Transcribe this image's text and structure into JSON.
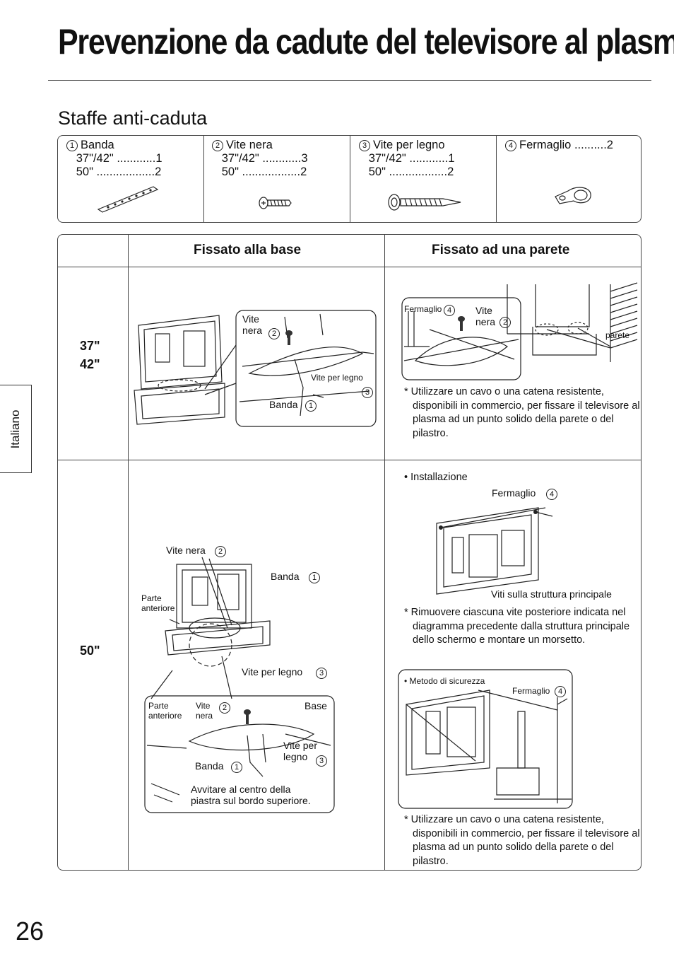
{
  "page": {
    "title": "Prevenzione da cadute del televisore al plasma",
    "subtitle": "Staffe anti-caduta",
    "side_tab": "Italiano",
    "page_number": "26"
  },
  "parts": [
    {
      "num": "1",
      "text": "Banda\n   37\"/42\" ............1\n   50\" ..................2",
      "icon": "band-icon"
    },
    {
      "num": "2",
      "text": "Vite nera\n   37\"/42\" ............3\n   50\" ..................2",
      "icon": "black-screw-icon"
    },
    {
      "num": "3",
      "text": "Vite per legno\n   37\"/42\" ............1\n   50\" ..................2",
      "icon": "wood-screw-icon"
    },
    {
      "num": "4",
      "text": "Fermaglio ..........2",
      "icon": "clip-icon"
    }
  ],
  "table": {
    "col_base": "Fissato alla base",
    "col_wall": "Fissato ad una parete",
    "row1_size": "37\"\n42\"",
    "row2_size": "50\""
  },
  "row1": {
    "base_labels": {
      "vite_nera": "Vite\nnera",
      "vite_legno": "Vite per legno",
      "banda": "Banda"
    },
    "wall_labels": {
      "fermaglio": "Fermaglio",
      "vite_nera": "Vite\nnera",
      "parete": "parete"
    },
    "wall_note": "* Utilizzare un cavo o una catena resistente, disponibili in commercio, per fissare il televisore al plasma ad un punto solido della parete o del pilastro."
  },
  "row2": {
    "base_labels": {
      "vite_nera": "Vite nera",
      "banda": "Banda",
      "parte_anteriore": "Parte\nanteriore",
      "vite_legno": "Vite per legno",
      "zoom_parte": "Parte\nanteriore",
      "zoom_vite": "Vite\nnera",
      "zoom_base": "Base",
      "zoom_vite_legno": "Vite per\nlegno",
      "zoom_banda": "Banda",
      "zoom_note": "Avvitare al centro della\npiastra sul bordo superiore."
    },
    "install_title": "• Installazione",
    "install_fermaglio": "Fermaglio",
    "install_viti": "Viti sulla struttura principale",
    "install_note": "* Rimuovere ciascuna vite posteriore indicata nel diagramma precedente dalla struttura principale dello schermo e montare un morsetto.",
    "safety_title": "• Metodo di sicurezza",
    "safety_fermaglio": "Fermaglio",
    "safety_note": "* Utilizzare un cavo o una catena resistente, disponibili in commercio, per fissare il televisore al plasma ad un punto solido della parete o del pilastro."
  }
}
